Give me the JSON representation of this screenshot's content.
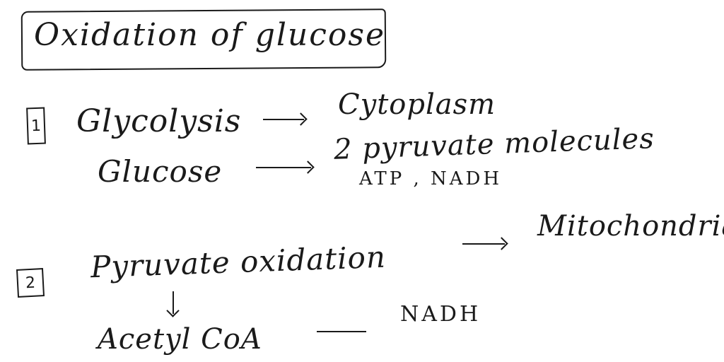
{
  "title": "Oxidation of glucose",
  "steps": [
    {
      "number": "1",
      "name": "Glycolysis",
      "location": "Cytoplasm",
      "reactant": "Glucose",
      "product": "2 pyruvate molecules",
      "byproducts": "ATP , NADH"
    },
    {
      "number": "2",
      "name": "Pyruvate oxidation",
      "location": "Mitochondria",
      "product": "Acetyl CoA",
      "byproduct": "NADH"
    }
  ]
}
